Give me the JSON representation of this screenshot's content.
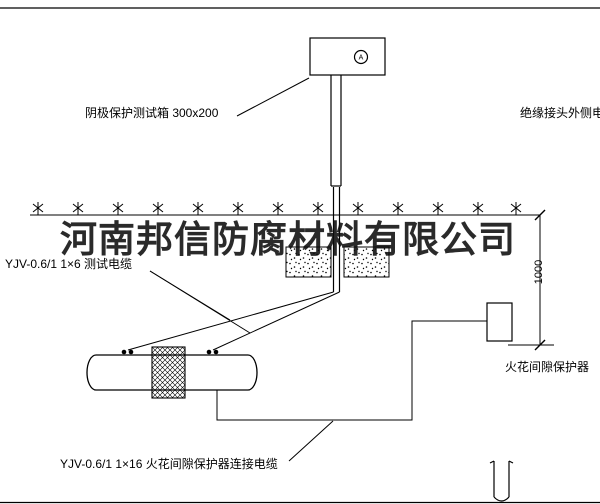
{
  "watermark": {
    "text": "河南邦信防腐材料有限公司"
  },
  "diagram": {
    "test_box_label": "阴极保护测试箱 300x200",
    "terminal_mark": "A",
    "insulated_joint_cable_label": "绝缘接头外侧电缆",
    "test_cable_label": "YJV-0.6/1 1×6  测试电缆",
    "spark_gap_protector_label": "火花间隙保护器",
    "connection_cable_label": "YJV-0.6/1 1×16  火花间隙保护器连接电缆",
    "dimension_text": "1000"
  },
  "colors": {
    "line": "#000000",
    "background": "#ffffff",
    "watermark": "#0c0c0c"
  }
}
